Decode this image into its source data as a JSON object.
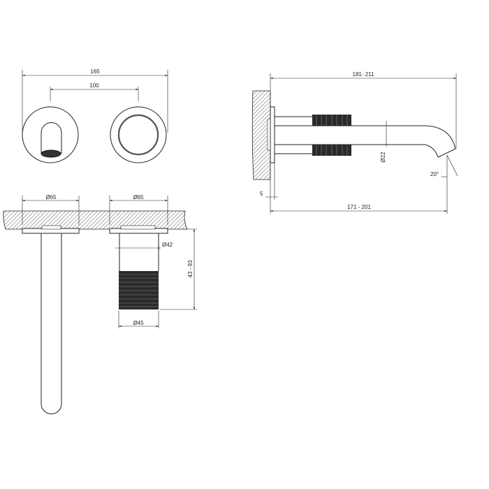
{
  "dimensions": {
    "front_overall_width": "165",
    "front_center_distance": "100",
    "plate_diameter_left": "Ø65",
    "plate_diameter_right": "Ø65",
    "stem_diameter": "Ø42",
    "handle_projection": "43 - 93",
    "handle_diameter": "Ø45",
    "spout_overall_length": "181- 211",
    "spout_diameter": "Ø22",
    "outlet_angle": "20°",
    "plate_thickness": "5",
    "spout_outlet_length": "171 - 201"
  },
  "colors": {
    "line": "#222222",
    "background": "#ffffff"
  }
}
